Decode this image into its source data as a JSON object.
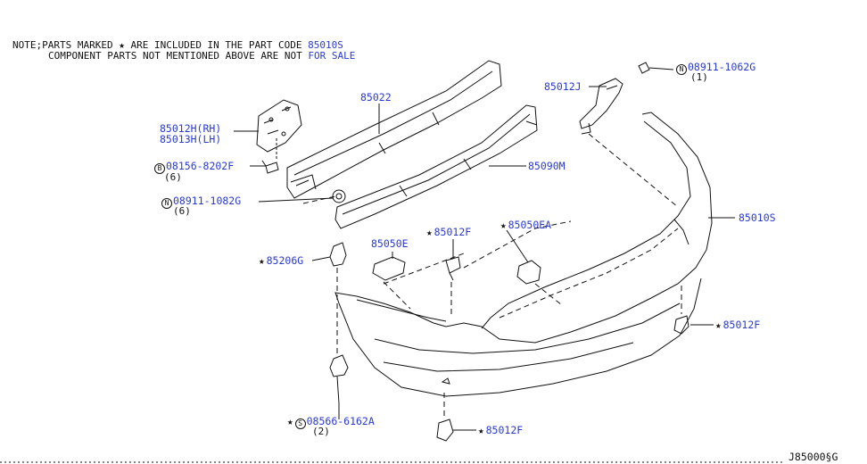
{
  "note": {
    "line1": "NOTE;PARTS MARKED ",
    "star": "★",
    "line1b": " ARE INCLUDED IN THE PART CODE ",
    "code": "85010S",
    "line2": "COMPONENT PARTS NOT MENTIONED ABOVE ARE NOT ",
    "line2b": "FOR SALE"
  },
  "labels": {
    "p85022": "85022",
    "p85012h": "85012H(RH)",
    "p85013h": "85013H(LH)",
    "sym_b": "B",
    "p08156": "08156-8202F",
    "q08156": "(6)",
    "sym_n1": "N",
    "p08911a": "08911-1082G",
    "q08911a": "(6)",
    "p85090m": "85090M",
    "p85012j": "85012J",
    "sym_n2": "N",
    "p08911b": "08911-1062G",
    "q08911b": "(1)",
    "p85010s": "85010S",
    "p85206g": "85206G",
    "p85050e": "85050E",
    "p85012f_top": "85012F",
    "p85050ea": "85050EA",
    "p85012f_right": "85012F",
    "sym_s": "S",
    "p08566": "08566-6162A",
    "q08566": "(2)",
    "p85012f_bottom": "85012F",
    "ref": "J85000§G"
  },
  "star": "★",
  "colors": {
    "label": "#2a3ad0",
    "line": "#111111"
  }
}
